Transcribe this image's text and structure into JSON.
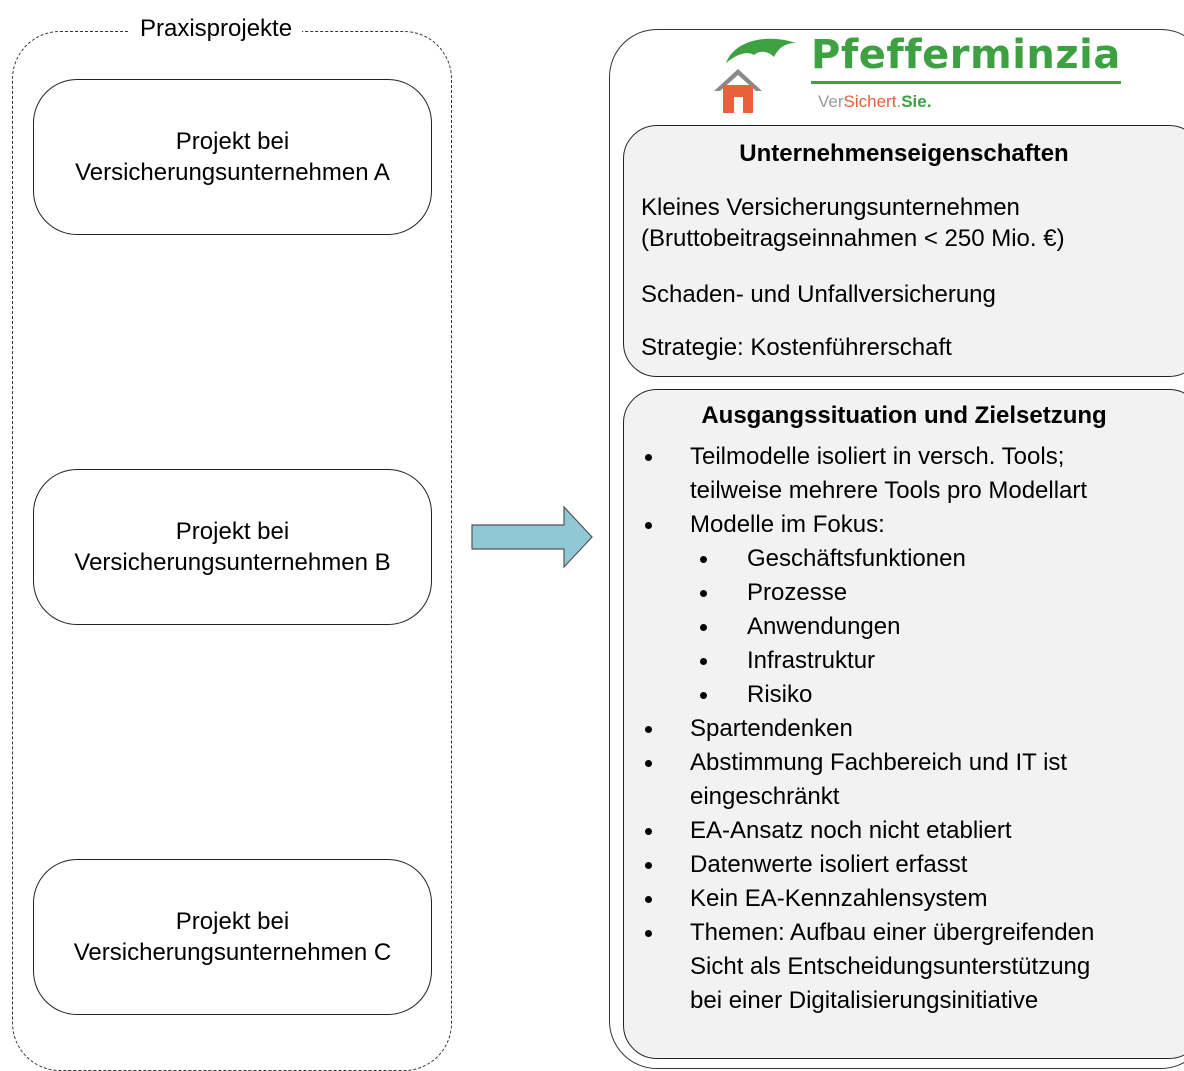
{
  "left_group": {
    "title": "Praxisprojekte",
    "projects": [
      {
        "line1": "Projekt bei",
        "line2": "Versicherungsunternehmen A"
      },
      {
        "line1": "Projekt bei",
        "line2": "Versicherungsunternehmen B"
      },
      {
        "line1": "Projekt bei",
        "line2": "Versicherungsunternehmen C"
      }
    ]
  },
  "logo": {
    "name": "Pfefferminzia",
    "tagline": {
      "ver": "Ver",
      "sichert": "Sichert",
      "dot": ".",
      "sie": "Sie."
    },
    "colors": {
      "green": "#3da142",
      "orange": "#e8613a",
      "gray": "#9a9a9a"
    }
  },
  "properties": {
    "title": "Unternehmenseigenschaften",
    "lines": [
      "Kleines Versicherungsunternehmen",
      "(Bruttobeitragseinnahmen < 250 Mio. €)",
      "Schaden- und Unfallversicherung",
      "Strategie: Kostenführerschaft"
    ]
  },
  "situation": {
    "title": "Ausgangssituation und Zielsetzung",
    "items": [
      {
        "lines": [
          "Teilmodelle isoliert in versch. Tools;",
          "teilweise mehrere Tools pro Modellart"
        ]
      },
      {
        "lines": [
          "Modelle im Fokus:"
        ]
      },
      {
        "sub": true,
        "lines": [
          "Geschäftsfunktionen"
        ]
      },
      {
        "sub": true,
        "lines": [
          "Prozesse"
        ]
      },
      {
        "sub": true,
        "lines": [
          "Anwendungen"
        ]
      },
      {
        "sub": true,
        "lines": [
          "Infrastruktur"
        ]
      },
      {
        "sub": true,
        "lines": [
          "Risiko"
        ]
      },
      {
        "lines": [
          "Spartendenken"
        ]
      },
      {
        "lines": [
          "Abstimmung Fachbereich und IT ist",
          "eingeschränkt"
        ]
      },
      {
        "lines": [
          "EA-Ansatz noch nicht etabliert"
        ]
      },
      {
        "lines": [
          "Datenwerte isoliert erfasst"
        ]
      },
      {
        "lines": [
          "Kein EA-Kennzahlensystem"
        ]
      },
      {
        "lines": [
          "Themen: Aufbau einer übergreifenden",
          "Sicht als Entscheidungsunterstützung",
          "bei einer Digitalisierungsinitiative"
        ]
      }
    ]
  },
  "colors": {
    "arrow_fill": "#8fc9d6",
    "panel_fill": "#f2f2f2"
  }
}
